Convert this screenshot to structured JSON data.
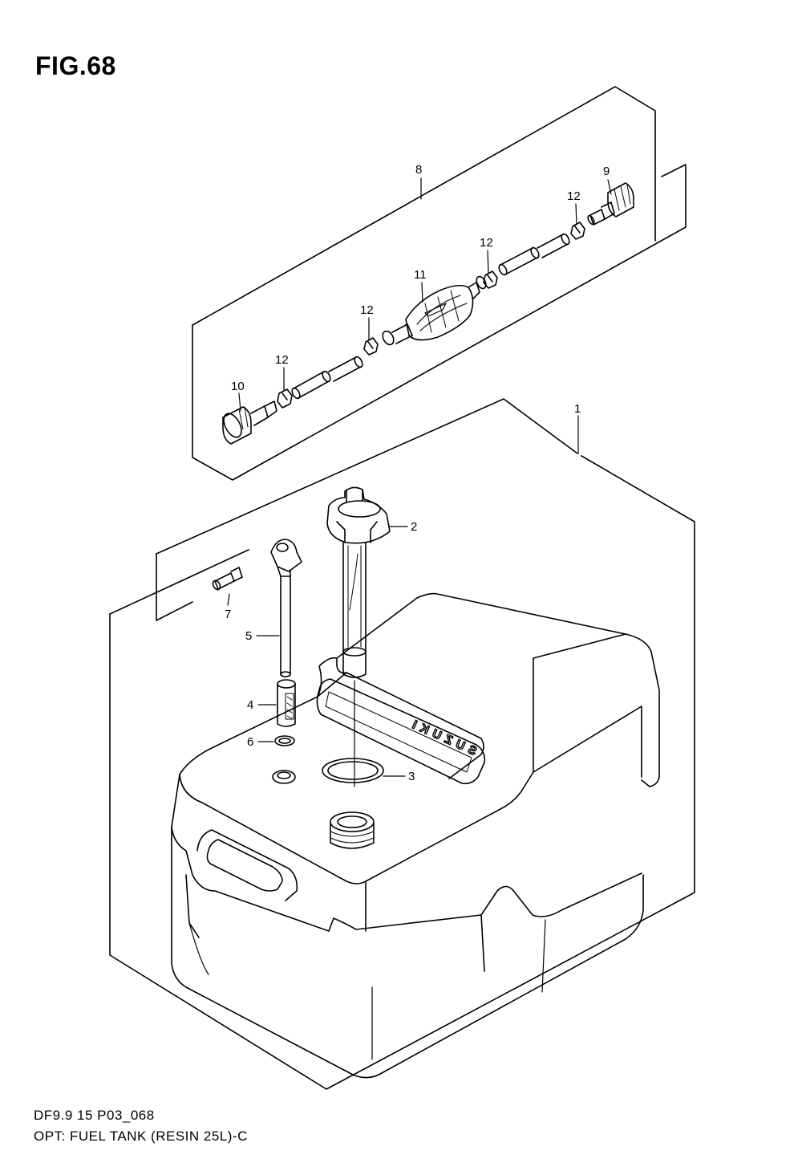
{
  "figure": {
    "title": "FIG.68",
    "code": "DF9.9 15 P03_068",
    "description": "OPT: FUEL TANK (RESIN 25L)-C"
  },
  "callouts": [
    {
      "id": "c1",
      "label": "1"
    },
    {
      "id": "c2",
      "label": "2"
    },
    {
      "id": "c3",
      "label": "3"
    },
    {
      "id": "c4",
      "label": "4"
    },
    {
      "id": "c5",
      "label": "5"
    },
    {
      "id": "c6",
      "label": "6"
    },
    {
      "id": "c7",
      "label": "7"
    },
    {
      "id": "c8",
      "label": "8"
    },
    {
      "id": "c9",
      "label": "9"
    },
    {
      "id": "c10",
      "label": "10"
    },
    {
      "id": "c11",
      "label": "11"
    },
    {
      "id": "c12a",
      "label": "12"
    },
    {
      "id": "c12b",
      "label": "12"
    },
    {
      "id": "c12c",
      "label": "12"
    },
    {
      "id": "c12d",
      "label": "12"
    }
  ],
  "tank_logo": "SUZUKI"
}
